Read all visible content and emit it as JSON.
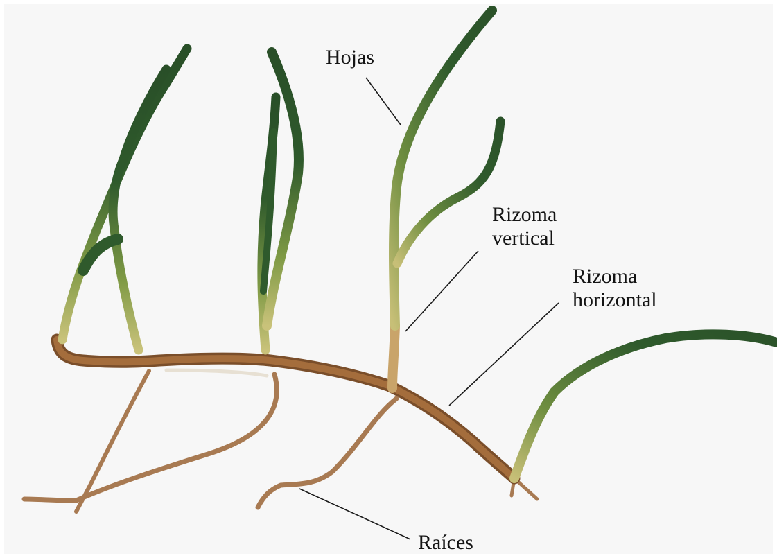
{
  "figure": {
    "labels": {
      "hojas": "Hojas",
      "rizoma_vertical": [
        "Rizoma",
        "vertical"
      ],
      "rizoma_horizontal": [
        "Rizoma",
        "horizontal"
      ],
      "raices": "Raíces"
    },
    "colors": {
      "background": "#f7f7f7",
      "leaf": "#2f5a2c",
      "leaf_light": "#a9b85a",
      "rhizome": "#9a6636",
      "root": "#a87a52",
      "leader_line": "#1a1a1a",
      "text": "#141414"
    }
  }
}
